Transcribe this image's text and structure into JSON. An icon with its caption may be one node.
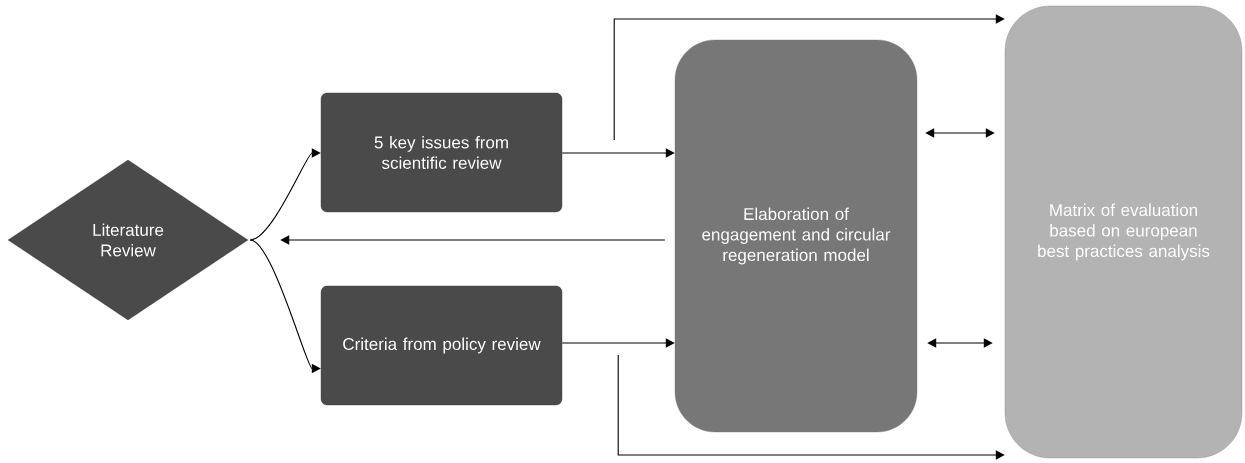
{
  "diagram": {
    "nodes": [
      {
        "text": [
          "Literature Review"
        ]
      },
      {
        "text": [
          "5 key issues from scientific review"
        ]
      },
      {
        "text": [
          "Criteria from policy review"
        ]
      },
      {
        "text": [
          "Elaboration of engagement and circular regeneration model"
        ]
      },
      {
        "text": [
          "Matrix of evaluation based on european best practices analysis"
        ]
      }
    ],
    "edges": [
      {
        "from": 0,
        "to": 1,
        "arrow": "to"
      },
      {
        "from": 0,
        "to": 2,
        "arrow": "to"
      },
      {
        "from": 1,
        "to": 3,
        "arrow": "to"
      },
      {
        "from": 2,
        "to": 3,
        "arrow": "to"
      },
      {
        "from": 3,
        "to": 0,
        "arrow": "to"
      },
      {
        "from": 1,
        "to": 4,
        "arrow": "to"
      },
      {
        "from": 2,
        "to": 4,
        "arrow": "to"
      },
      {
        "from": 3,
        "to": 4,
        "arrow": "both"
      },
      {
        "from": 3,
        "to": 4,
        "arrow": "both"
      }
    ]
  }
}
